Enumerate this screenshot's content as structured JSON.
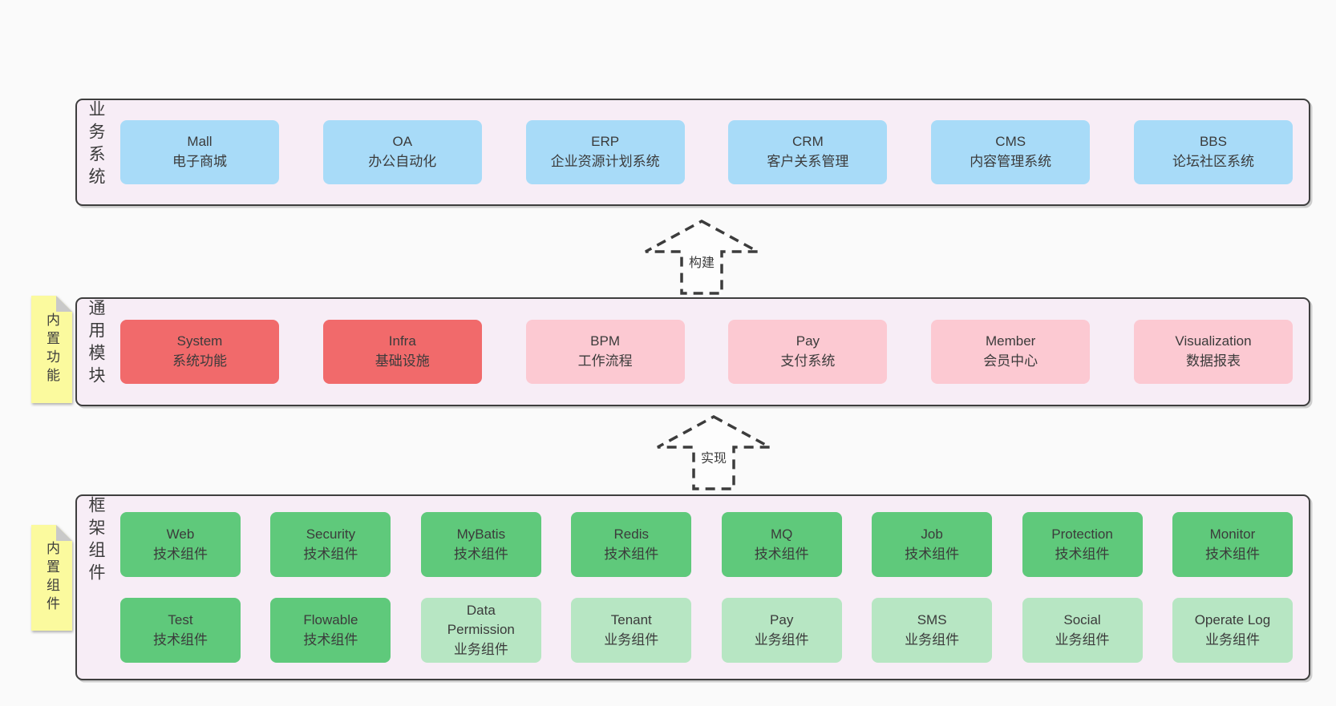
{
  "diagram": {
    "layers": [
      {
        "label": "业务系统",
        "boxes": [
          {
            "name": "Mall",
            "desc": "电子商城"
          },
          {
            "name": "OA",
            "desc": "办公自动化"
          },
          {
            "name": "ERP",
            "desc": "企业资源计划系统"
          },
          {
            "name": "CRM",
            "desc": "客户关系管理"
          },
          {
            "name": "CMS",
            "desc": "内容管理系统"
          },
          {
            "name": "BBS",
            "desc": "论坛社区系统"
          }
        ]
      },
      {
        "label": "通用模块",
        "sticky_note": "内置功能",
        "boxes": [
          {
            "name": "System",
            "desc": "系统功能"
          },
          {
            "name": "Infra",
            "desc": "基础设施"
          },
          {
            "name": "BPM",
            "desc": "工作流程"
          },
          {
            "name": "Pay",
            "desc": "支付系统"
          },
          {
            "name": "Member",
            "desc": "会员中心"
          },
          {
            "name": "Visualization",
            "desc": "数据报表"
          }
        ]
      },
      {
        "label": "框架组件",
        "sticky_note": "内置组件",
        "row1": [
          {
            "name": "Web",
            "desc": "技术组件"
          },
          {
            "name": "Security",
            "desc": "技术组件"
          },
          {
            "name": "MyBatis",
            "desc": "技术组件"
          },
          {
            "name": "Redis",
            "desc": "技术组件"
          },
          {
            "name": "MQ",
            "desc": "技术组件"
          },
          {
            "name": "Job",
            "desc": "技术组件"
          },
          {
            "name": "Protection",
            "desc": "技术组件"
          },
          {
            "name": "Monitor",
            "desc": "技术组件"
          }
        ],
        "row2": [
          {
            "name": "Test",
            "desc": "技术组件"
          },
          {
            "name": "Flowable",
            "desc": "技术组件"
          },
          {
            "name": "Data Permission",
            "desc": "业务组件"
          },
          {
            "name": "Tenant",
            "desc": "业务组件"
          },
          {
            "name": "Pay",
            "desc": "业务组件"
          },
          {
            "name": "SMS",
            "desc": "业务组件"
          },
          {
            "name": "Social",
            "desc": "业务组件"
          },
          {
            "name": "Operate Log",
            "desc": "业务组件"
          }
        ]
      }
    ],
    "arrows": [
      {
        "label": "构建"
      },
      {
        "label": "实现"
      }
    ],
    "colors": {
      "page_background": "#fafafa",
      "layer_background": "#f7edf6",
      "layer_border": "#3e3e3e",
      "business_system_box": "#a8dbf8",
      "core_module_box": "#f16a6b",
      "optional_module_box": "#fcc9d2",
      "tech_component_box": "#5fc97b",
      "biz_component_box": "#b7e6c3",
      "sticky_note": "#fbfa9e",
      "sticky_note_fold": "#c9c9c9",
      "text": "#3c3c3c"
    }
  }
}
